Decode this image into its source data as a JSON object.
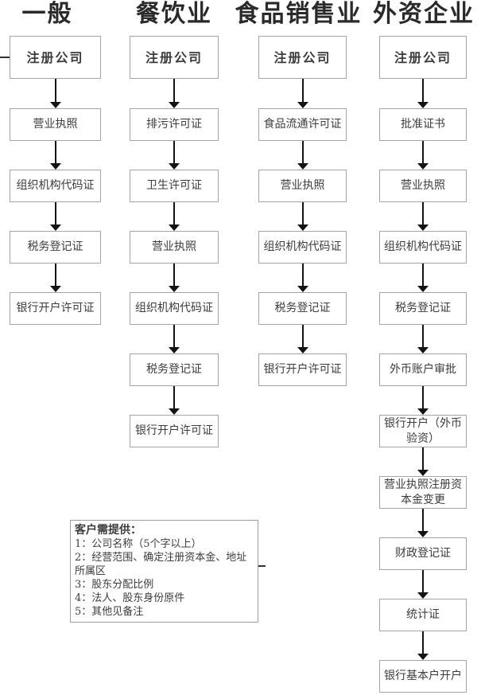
{
  "diagram_title": "company-registration-flowchart",
  "colors": {
    "background": "#ffffff",
    "box_border": "#a5a5a5",
    "box_text": "#3c3c3c",
    "arrow": "#141414",
    "header_text": "#2a2a2a"
  },
  "columns": [
    {
      "header": "一般",
      "steps": [
        "注册公司",
        "营业执照",
        "组织机构代码证",
        "税务登记证",
        "银行开户许可证"
      ]
    },
    {
      "header": "餐饮业",
      "steps": [
        "注册公司",
        "排污许可证",
        "卫生许可证",
        "营业执照",
        "组织机构代码证",
        "税务登记证",
        "银行开户许可证"
      ]
    },
    {
      "header": "食品销售业",
      "steps": [
        "注册公司",
        "食品流通许可证",
        "营业执照",
        "组织机构代码证",
        "税务登记证",
        "银行开户许可证"
      ]
    },
    {
      "header": "外资企业",
      "steps": [
        "注册公司",
        "批准证书",
        "营业执照",
        "组织机构代码证",
        "税务登记证",
        "外币账户审批",
        "银行开户（外币验资）",
        "营业执照注册资本金变更",
        "财政登记证",
        "统计证",
        "银行基本户开户"
      ]
    }
  ],
  "note": {
    "title": "客户需提供：",
    "lines": [
      "1：公司名称（5个字以上）",
      "2：经营范围、确定注册资本金、地址所属区",
      "3：股东分配比例",
      "4：法人、股东身份原件",
      "5：其他见备注"
    ]
  }
}
